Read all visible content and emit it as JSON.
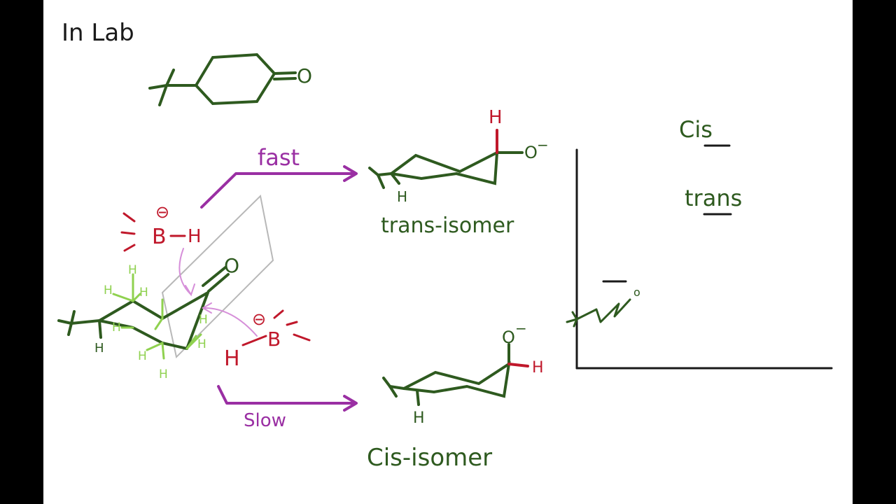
{
  "colors": {
    "ink": "#2e5a1f",
    "dark": "#1a1a1a",
    "red": "#c0182b",
    "purple": "#9a2fa3",
    "light_green": "#8fd14f",
    "pink": "#d68fd9",
    "grey": "#b8b8b8"
  },
  "labels": {
    "heading": "In Lab",
    "ketone_O": "O",
    "fast": "fast",
    "slow": "Slow",
    "trans_isomer": "trans-isomer",
    "cis_isomer": "Cis-isomer",
    "trans_H": "H",
    "trans_O": "O",
    "trans_charge": "−",
    "trans_axial_H": "H",
    "cis_O": "O",
    "cis_charge": "−",
    "cis_H": "H",
    "cis_axial_H": "H",
    "hydride1_B": "B",
    "hydride1_H": "H",
    "hydride1_charge": "⊖",
    "hydride2_B": "B",
    "hydride2_H": "H",
    "hydride2_charge": "⊖",
    "chair_O": "O",
    "chair_axial_H": "H",
    "chair_H": "H",
    "side_cis": "Cis",
    "side_trans": "trans",
    "plot_ketone_O": "o"
  }
}
